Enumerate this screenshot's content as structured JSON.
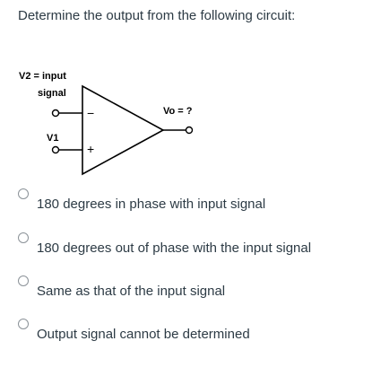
{
  "question": {
    "text": "Determine the output from the following circuit:"
  },
  "circuit": {
    "input_label_line1": "V2 = input",
    "input_label_line2": "signal",
    "inverting_sign": "−",
    "noninverting_sign": "+",
    "v1_label": "V1",
    "output_label": "Vo = ?"
  },
  "answers": [
    {
      "label": "180 degrees in phase with input signal",
      "selected": false
    },
    {
      "label": "180 degrees out of phase with the input signal",
      "selected": false
    },
    {
      "label": "Same as that of the input signal",
      "selected": false
    },
    {
      "label": "Output signal cannot be determined",
      "selected": false
    }
  ]
}
